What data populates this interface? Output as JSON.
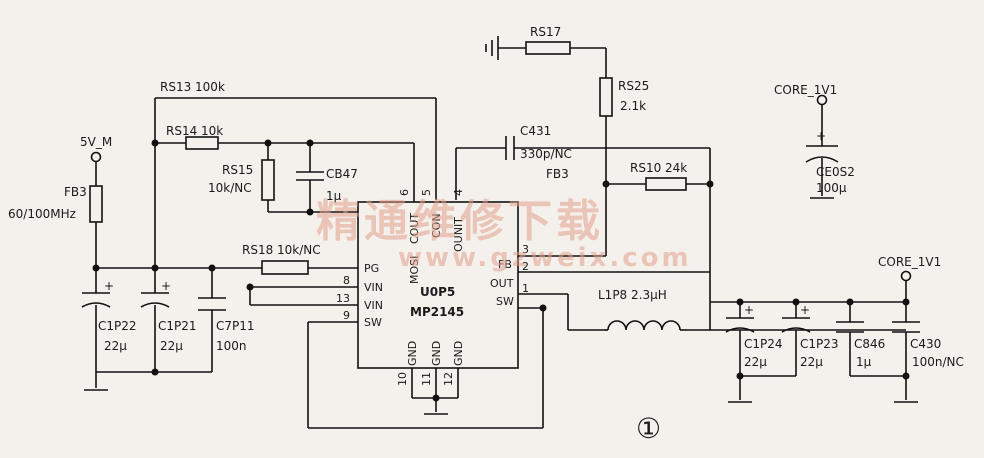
{
  "labels": {
    "rs13": "RS13 100k",
    "rs14": "RS14 10k",
    "rs15_name": "RS15",
    "rs15_val": "10k/NC",
    "cb47": "CB47",
    "cb47_val": "1μ",
    "rs17": "RS17",
    "rs25_name": "RS25",
    "rs25_val": "2.1k",
    "c431_name": "C431",
    "c431_val": "330p/NC",
    "fb3_net": "FB3",
    "rs10": "RS10 24k",
    "core1": "CORE_1V1",
    "ceos2_name": "CE0S2",
    "ceos2_val": "100μ",
    "v5m": "5V_M",
    "fb3_name": "FB3",
    "fb3_val": "60/100MHz",
    "rs18": "RS18 10k/NC",
    "core2": "CORE_1V1",
    "l1p8": "L1P8 2.3μH",
    "c1p22_name": "C1P22",
    "c1p22_val": "22μ",
    "c1p21_name": "C1P21",
    "c1p21_val": "22μ",
    "c7p11_name": "C7P11",
    "c7p11_val": "100n",
    "c1p24_name": "C1P24",
    "c1p24_val": "22μ",
    "c1p23_name": "C1P23",
    "c1p23_val": "22μ",
    "c846_name": "C846",
    "c846_val": "1μ",
    "c430_name": "C430",
    "c430_val": "100n/NC",
    "figure_num": "①"
  },
  "chip": {
    "ref": "U0P5",
    "part": "MP2145",
    "pins_left": [
      {
        "num": "",
        "name": "PG"
      },
      {
        "num": "8",
        "name": "VIN"
      },
      {
        "num": "13",
        "name": "VIN"
      },
      {
        "num": "9",
        "name": "SW"
      }
    ],
    "pins_top": [
      {
        "num": "6",
        "name": "MOSI"
      },
      {
        "num": "5",
        "name": "COUT"
      },
      {
        "num": "4",
        "name": "CON"
      },
      {
        "num": "",
        "name": "OUNIT"
      }
    ],
    "pins_right": [
      {
        "num": "3",
        "name": "FB"
      },
      {
        "num": "2",
        "name": "OUT"
      },
      {
        "num": "1",
        "name": "SW"
      }
    ],
    "pins_bottom": [
      {
        "num": "10",
        "name": "GND"
      },
      {
        "num": "11",
        "name": "GND"
      },
      {
        "num": "12",
        "name": "GND"
      }
    ]
  },
  "watermark": {
    "cn": "精通维修下载",
    "url": "www.gzweix.com"
  }
}
